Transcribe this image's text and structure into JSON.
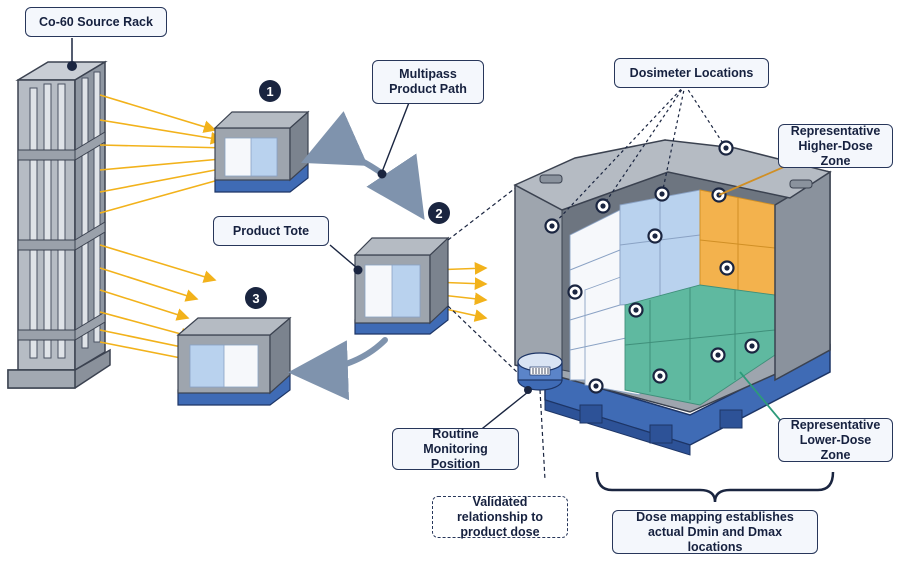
{
  "labels": {
    "source_rack": "Co-60 Source Rack",
    "multipass": "Multipass Product Path",
    "product_tote": "Product Tote",
    "dosimeter_locations": "Dosimeter Locations",
    "higher_dose": "Representative Higher-Dose Zone",
    "lower_dose": "Representative Lower-Dose Zone",
    "routine_monitoring": "Routine Monitoring Position",
    "validated_relationship": "Validated relationship to product dose",
    "dose_mapping": "Dose mapping establishes actual Dmin and Dmax locations"
  },
  "passes": [
    "1",
    "2",
    "3"
  ],
  "colors": {
    "beam": "#f2b21b",
    "navy": "#1a2540",
    "pallet": "#3f6bb5",
    "tote_gray": "#9ea5ae",
    "high_dose": "#f3b24d",
    "low_dose": "#5fb9a0",
    "product_blue": "#b9d2ee",
    "product_white": "#f6f8fb"
  }
}
